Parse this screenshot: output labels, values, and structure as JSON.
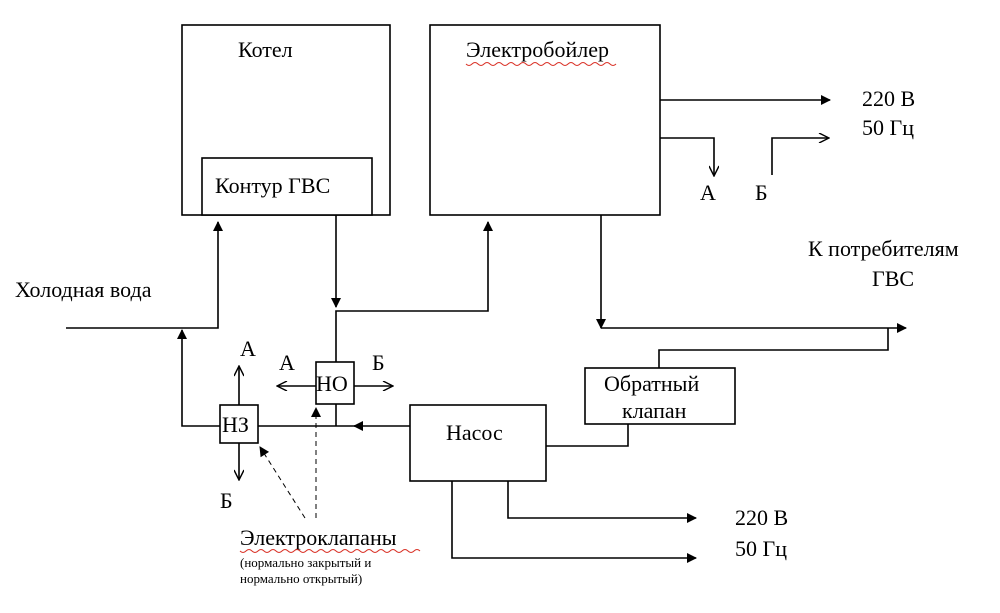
{
  "blocks": {
    "boiler": "Котел",
    "dhw_circuit": "Контур ГВС",
    "electric_boiler": "Электробойлер",
    "pump": "Насос",
    "check_valve_line1": "Обратный",
    "check_valve_line2": "клапан",
    "valve_nc": "НЗ",
    "valve_no": "НО"
  },
  "labels": {
    "cold_water": "Холодная вода",
    "consumers_line1": "К потребителям",
    "consumers_line2": "ГВС",
    "power_top_voltage": "220 В",
    "power_top_freq": "50 Гц",
    "power_bottom_voltage": "220 В",
    "power_bottom_freq": "50 Гц",
    "a": "А",
    "b": "Б",
    "valves_title": "Электроклапаны",
    "valves_note_line1": "(нормально закрытый и",
    "valves_note_line2": "нормально открытый)"
  }
}
